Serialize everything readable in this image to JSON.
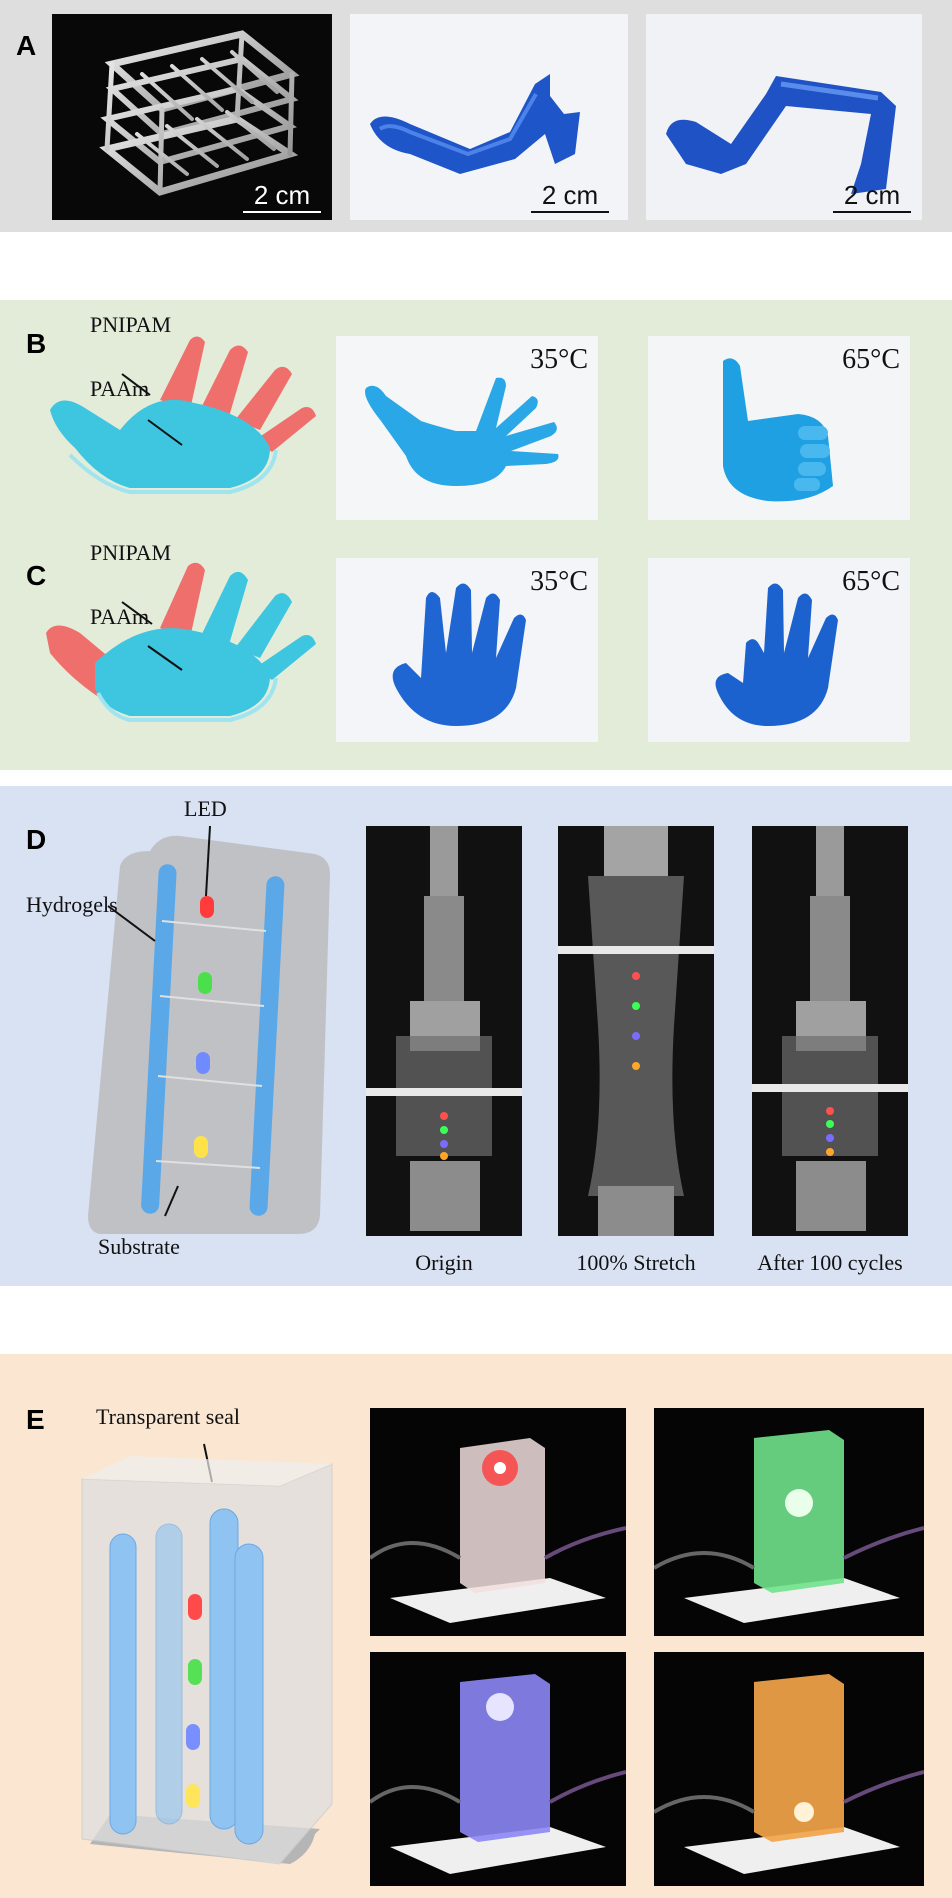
{
  "panels": {
    "a": {
      "letter": "A",
      "photos": [
        {
          "scale": "2 cm",
          "scale_color": "#ffffff"
        },
        {
          "scale": "2 cm",
          "scale_color": "#111111"
        },
        {
          "scale": "2 cm",
          "scale_color": "#111111"
        }
      ]
    },
    "b": {
      "letter": "B",
      "labels": {
        "top": "PNIPAM",
        "bottom": "PAAm"
      },
      "temps": [
        "35°C",
        "65°C"
      ]
    },
    "c": {
      "letter": "C",
      "labels": {
        "top": "PNIPAM",
        "bottom": "PAAm"
      },
      "temps": [
        "35°C",
        "65°C"
      ]
    },
    "d": {
      "letter": "D",
      "labels": {
        "led": "LED",
        "hydrogels": "Hydrogels",
        "substrate": "Substrate"
      },
      "captions": [
        "Origin",
        "100% Stretch",
        "After 100 cycles"
      ]
    },
    "e": {
      "letter": "E",
      "labels": {
        "seal": "Transparent seal"
      },
      "led_colors": [
        "#ff3b3b",
        "#3bff55",
        "#7a6cff",
        "#ffa62b"
      ]
    }
  },
  "colors": {
    "panel_a_bg": "#dedede",
    "panel_bc_bg": "#e3ecd9",
    "panel_d_bg": "#d9e2f3",
    "panel_e_bg": "#fbe6d2",
    "pnipam": "#ef6f6c",
    "paam": "#3ec6e0"
  }
}
